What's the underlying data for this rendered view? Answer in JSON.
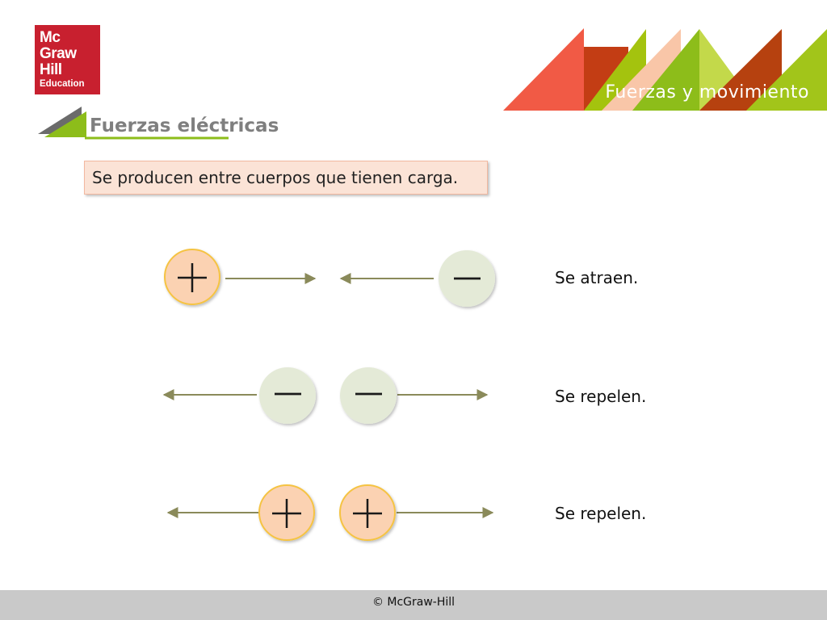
{
  "logo": {
    "line1": "Mc",
    "line2": "Graw",
    "line3": "Hill",
    "line4": "Education"
  },
  "header": {
    "title": "Fuerzas y movimiento"
  },
  "section": {
    "title": "Fuerzas eléctricas"
  },
  "intro": {
    "text": "Se producen entre cuerpos que tienen carga."
  },
  "rows": [
    {
      "left_sign": "+",
      "right_sign": "–",
      "label": "Se atraen."
    },
    {
      "left_sign": "–",
      "right_sign": "–",
      "label": "Se repelen."
    },
    {
      "left_sign": "+",
      "right_sign": "+",
      "label": "Se repelen."
    }
  ],
  "colors": {
    "positive_fill": "#fbd2b2",
    "positive_border": "#f5c343",
    "negative_fill": "#e4ead7",
    "arrow": "#8a8a5a",
    "brand_red": "#c8202f"
  },
  "footer": {
    "text": "© McGraw-Hill"
  }
}
